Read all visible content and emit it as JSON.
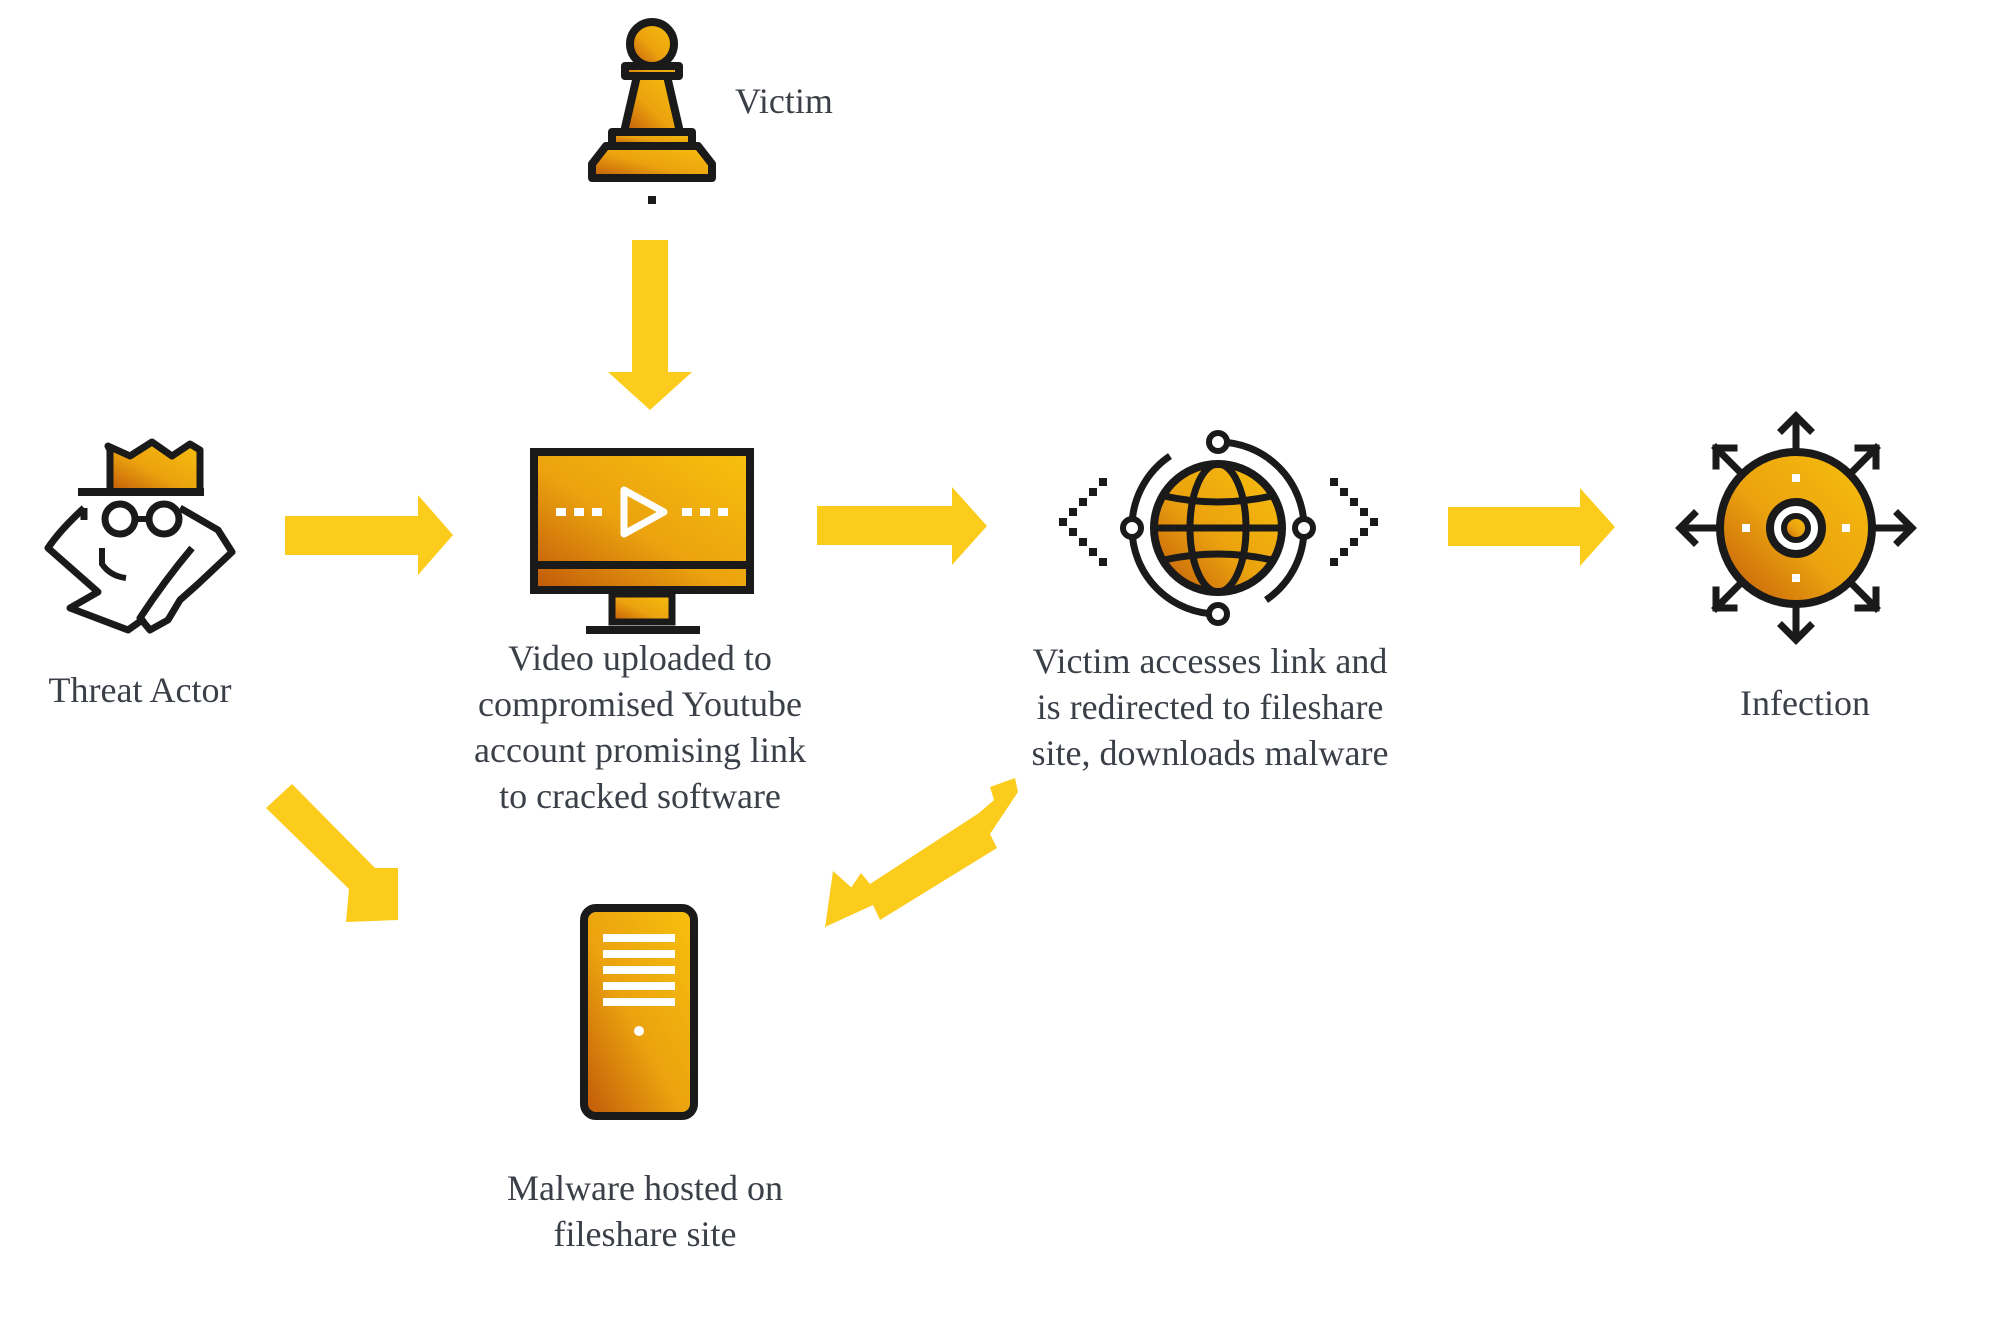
{
  "nodes": {
    "victim": {
      "label": "Victim",
      "icon": "chess-pawn-icon"
    },
    "threat_actor": {
      "label": "Threat Actor",
      "icon": "spy-icon"
    },
    "video": {
      "label": "Video uploaded to\ncompromised Youtube\naccount promising link\nto cracked software",
      "icon": "video-monitor-icon"
    },
    "access": {
      "label": "Victim accesses link and\nis redirected to fileshare\nsite, downloads malware",
      "icon": "globe-icon"
    },
    "infection": {
      "label": "Infection",
      "icon": "virus-burst-icon"
    },
    "malware": {
      "label": "Malware hosted on\nfileshare site",
      "icon": "server-icon"
    }
  },
  "edges": [
    {
      "from": "victim",
      "to": "video"
    },
    {
      "from": "threat_actor",
      "to": "video"
    },
    {
      "from": "video",
      "to": "access"
    },
    {
      "from": "access",
      "to": "infection"
    },
    {
      "from": "threat_actor",
      "to": "malware"
    },
    {
      "from": "malware",
      "to": "access",
      "bidirectional": true
    }
  ],
  "colors": {
    "arrow": "#fccc1c",
    "icon_fill_light": "#f5b90b",
    "icon_fill_dark": "#c0580a",
    "outline": "#1a1a1a",
    "text": "#3b3f48"
  }
}
